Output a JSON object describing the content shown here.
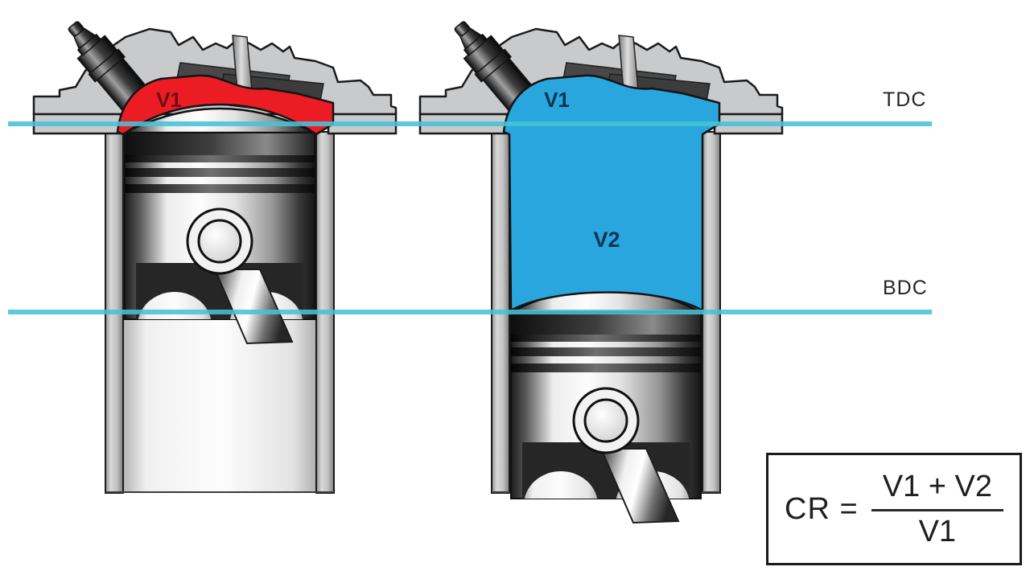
{
  "diagram": {
    "type": "engine-compression-ratio",
    "markers": {
      "top_dead_center": "TDC",
      "bottom_dead_center": "BDC"
    },
    "left_engine": {
      "state": "piston-at-top-dead-center",
      "clearance_volume_label": "V1"
    },
    "right_engine": {
      "state": "piston-at-bottom-dead-center",
      "clearance_volume_label": "V1",
      "displacement_volume_label": "V2"
    },
    "formula": {
      "lhs": "CR =",
      "numerator": "V1 + V2",
      "denominator": "V1"
    },
    "colors": {
      "clearance_volume": "#ec1c24",
      "total_volume": "#2aa6de",
      "marker_line": "#47c3d7",
      "casting_gray": "#c9cacc",
      "outline": "#1a1a1a",
      "red_label_text": "#6f0d12",
      "blue_label_text": "#0d3354"
    }
  }
}
